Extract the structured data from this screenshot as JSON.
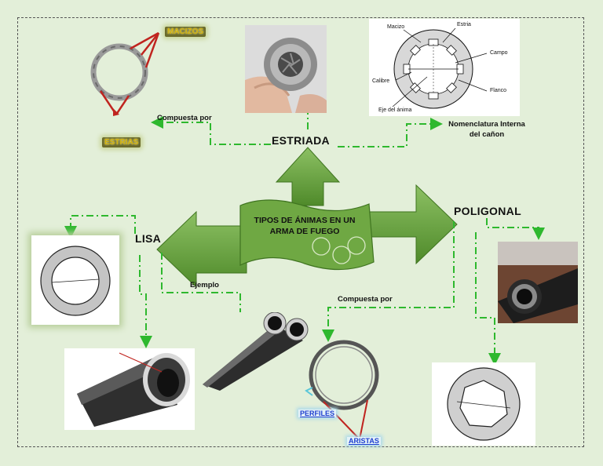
{
  "center": {
    "title": "TIPOS DE ÁNIMAS EN UN ARMA DE FUEGO"
  },
  "branches": {
    "estriada": "ESTRIADA",
    "lisa": "LISA",
    "poligonal": "POLIGONAL"
  },
  "connectors": {
    "estriada_composed": "Compuesta por",
    "lisa_example": "Ejemplo",
    "poligonal_composed": "Compuesta por"
  },
  "notes": {
    "nomenclature": "Nomenclatura Interna del cañon"
  },
  "tags": {
    "macizos": "MACIZOS",
    "estrias": "ESTRIAS",
    "perfiles": "PERFILES",
    "aristas": "ARISTAS"
  },
  "diagram_labels": {
    "macizo": "Macizo",
    "estria": "Estria",
    "campo": "Campo",
    "calibre": "Calibre",
    "flanco": "Flanco",
    "eje": "Eje del ánima"
  },
  "colors": {
    "arrow_green": "#5f9a34",
    "dash_green": "#2eb82e",
    "red_marker": "#c0241f",
    "background": "#e3efd9"
  }
}
